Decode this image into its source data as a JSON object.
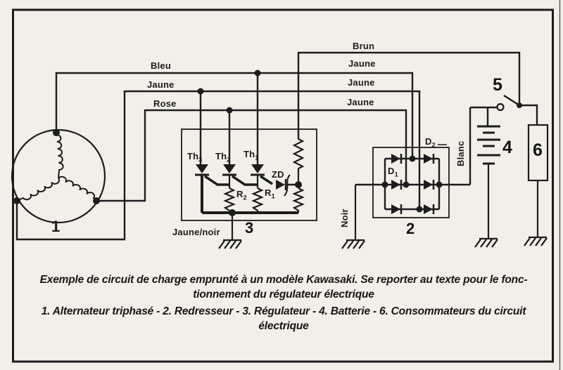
{
  "colors": {
    "paper": "#f1efe8",
    "ink": "#1c1c1c"
  },
  "wire_labels": {
    "bleu": "Bleu",
    "jaune_left": "Jaune",
    "rose": "Rose",
    "brun": "Brun",
    "jaune_right_1": "Jaune",
    "jaune_right_2": "Jaune",
    "jaune_right_3": "Jaune",
    "jaune_noir": "Jaune/noir",
    "noir": "Noir",
    "blanc": "Blanc"
  },
  "schematic": {
    "th3": {
      "base": "Th",
      "sub": "3"
    },
    "th2": {
      "base": "Th",
      "sub": "2"
    },
    "th1": {
      "base": "Th",
      "sub": "1"
    },
    "zd": "ZD",
    "r2": {
      "base": "R",
      "sub": "2"
    },
    "r1": {
      "base": "R",
      "sub": "1"
    },
    "d2": {
      "base": "D",
      "sub": "2"
    },
    "d1": {
      "base": "D",
      "sub": "1"
    }
  },
  "part_numbers": {
    "alternator": "1",
    "rectifier": "2",
    "regulator": "3",
    "battery": "4",
    "switch": "5",
    "load": "6"
  },
  "caption": {
    "line1": "Exemple de circuit de charge emprunté à un modèle Kawasaki. Se reporter au texte pour le fonc-",
    "line2": "tionnement du régulateur électrique",
    "legend1": "1. Alternateur triphasé - 2. Redresseur - 3. Régulateur - 4. Batterie - 6. Consommateurs du circuit",
    "legend2": "électrique"
  }
}
